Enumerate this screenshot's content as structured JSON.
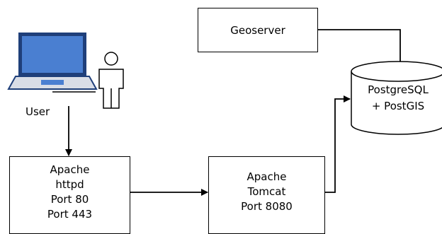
{
  "nodes": {
    "geoserver": {
      "label": "Geoserver"
    },
    "database": {
      "lines": [
        "PostgreSQL",
        "+ PostGIS"
      ]
    },
    "apache_httpd": {
      "lines": [
        "Apache",
        "httpd",
        "Port 80",
        "Port 443"
      ]
    },
    "apache_tomcat": {
      "lines": [
        "Apache",
        "Tomcat",
        "Port 8080"
      ]
    },
    "user": {
      "label": "User"
    }
  },
  "icons": {
    "laptop": "laptop-icon",
    "person": "person-icon"
  },
  "colors": {
    "laptop_screen": "#4a7fd1",
    "laptop_frame": "#1f3f7a",
    "stroke": "#000000"
  }
}
